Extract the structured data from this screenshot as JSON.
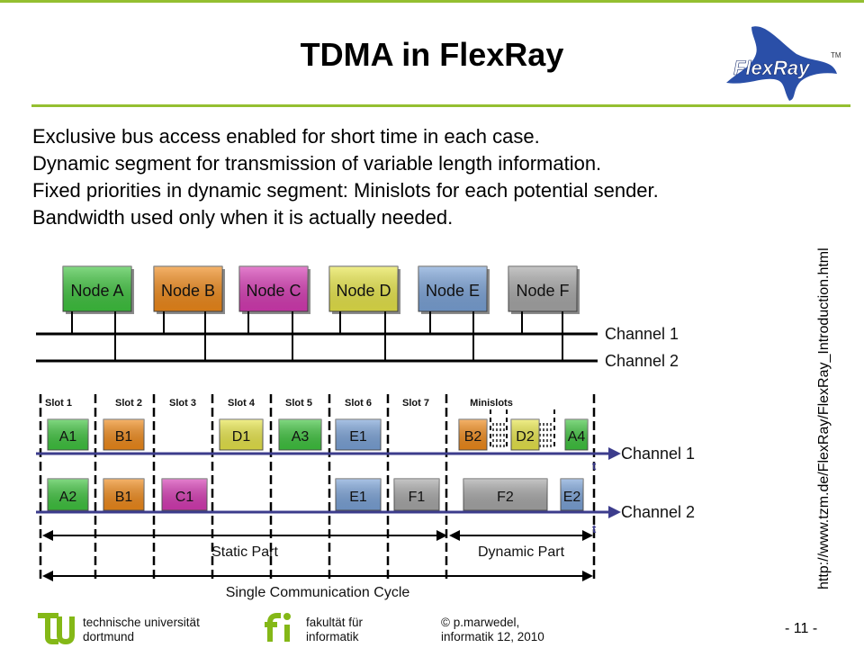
{
  "header": {
    "title": "TDMA in FlexRay",
    "logo_text": "FlexRay",
    "logo_tm": "TM"
  },
  "bullets": [
    "Exclusive bus access enabled for short time in each case.",
    "Dynamic segment for transmission of variable length information.",
    "Fixed priorities in dynamic segment: Minislots for each potential sender.",
    "Bandwidth used only when it is actually needed."
  ],
  "source_url": "http://www.tzm.de/FlexRay/FlexRay_Introduction.html",
  "diagram": {
    "nodes": [
      "Node A",
      "Node B",
      "Node C",
      "Node D",
      "Node E",
      "Node F"
    ],
    "node_colors": [
      "#3fc43f",
      "#f08a1a",
      "#d63bb4",
      "#e8e64a",
      "#7ba3d8",
      "#a8a8a8"
    ],
    "channels": [
      "Channel 1",
      "Channel 2"
    ],
    "slots": [
      "Slot 1",
      "Slot 2",
      "Slot 3",
      "Slot 4",
      "Slot 5",
      "Slot 6",
      "Slot 7",
      "Minislots"
    ],
    "channel1_frames": [
      "A1",
      "B1",
      "D1",
      "A3",
      "E1",
      "B2",
      "D2",
      "A4"
    ],
    "channel2_frames": [
      "A2",
      "B1",
      "C1",
      "E1",
      "F1",
      "F2",
      "E2"
    ],
    "time_label": "t",
    "static_part": "Static Part",
    "dynamic_part": "Dynamic Part",
    "cycle": "Single Communication Cycle",
    "bus_color": "#3c3c8c"
  },
  "footer": {
    "university_line1": "technische universität",
    "university_line2": "dortmund",
    "faculty_line1": "fakultät für",
    "faculty_line2": "informatik",
    "author_line1": "© p.marwedel,",
    "author_line2": "informatik 12,  2010",
    "page": "-  11 -"
  },
  "colors": {
    "accent_green": "#94bf30",
    "tu_green": "#84b817",
    "logo_blue": "#2a4fa8"
  }
}
